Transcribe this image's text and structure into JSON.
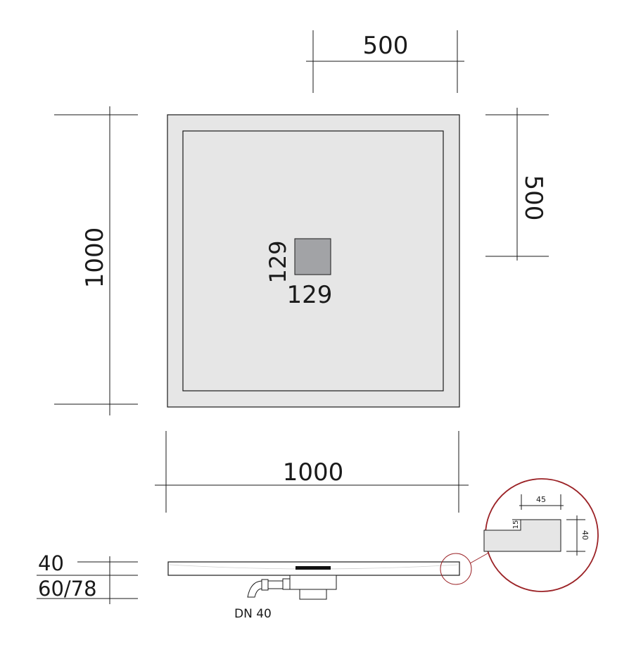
{
  "dimensions": {
    "top_width": "500",
    "right_height": "500",
    "left_height": "1000",
    "bottom_width": "1000",
    "drain_width": "129",
    "drain_height": "129"
  },
  "section": {
    "thickness": "40",
    "drain_height": "60/78",
    "pipe_label": "DN 40"
  },
  "detail": {
    "width": "45",
    "step": "15",
    "height": "40"
  },
  "colors": {
    "tray_fill": "#e6e6e6",
    "drain_fill": "#a2a3a6",
    "detail_circle": "#9b2226",
    "outline": "#1a1a1a"
  }
}
